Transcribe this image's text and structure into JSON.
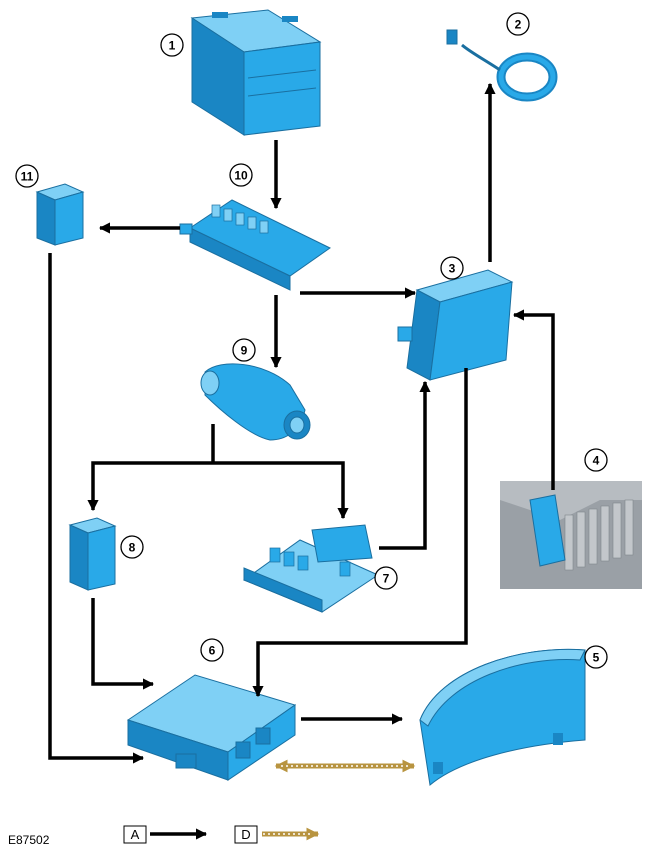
{
  "components": [
    {
      "id": "1",
      "name": "battery"
    },
    {
      "id": "2",
      "name": "clockspring"
    },
    {
      "id": "3",
      "name": "module"
    },
    {
      "id": "4",
      "name": "switch-in-panel"
    },
    {
      "id": "5",
      "name": "instrument-cluster"
    },
    {
      "id": "6",
      "name": "control-module"
    },
    {
      "id": "7",
      "name": "fuse-box"
    },
    {
      "id": "8",
      "name": "relay"
    },
    {
      "id": "9",
      "name": "ignition-switch"
    },
    {
      "id": "10",
      "name": "battery-junction-box"
    },
    {
      "id": "11",
      "name": "relay"
    }
  ],
  "figure_ref": "E87502",
  "legend": [
    {
      "key": "A",
      "style": "solid-black-arrow"
    },
    {
      "key": "D",
      "style": "dotted-gold-double-arrow"
    }
  ],
  "colors": {
    "component_fill": "#29a9e8",
    "component_dark": "#1a86c4",
    "component_light": "#7fd0f5",
    "arrow": "#000000",
    "d_line_fill": "#c8a850",
    "d_line_dash": "#ffffff",
    "panel_bg": "#9aa0a6"
  }
}
